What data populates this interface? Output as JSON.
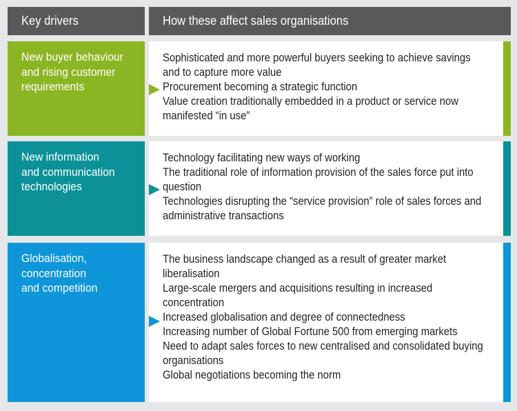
{
  "header": {
    "left": "Key drivers",
    "right": "How these affect sales organisations"
  },
  "rows": [
    {
      "label_lines": [
        "New buyer behaviour",
        "and rising customer",
        "requirements"
      ],
      "item_lines": [
        "Sophisticated and more powerful buyers seeking to achieve savings",
        "and to capture more value",
        "Procurement becoming a strategic function",
        "Value creation traditionally embedded in a product or service now",
        "manifested “in use”"
      ]
    },
    {
      "label_lines": [
        "New information",
        "and communication",
        "technologies"
      ],
      "item_lines": [
        "Technology facilitating new ways of working",
        "The traditional role of information provision of the sales force put into",
        "question",
        "Technologies disrupting the “service provision” role of sales forces and",
        "administrative transactions"
      ]
    },
    {
      "label_lines": [
        "Globalisation,",
        "concentration",
        "and competition"
      ],
      "item_lines": [
        "The business landscape changed as a result of greater market",
        "liberalisation",
        "Large-scale mergers and acquisitions resulting in increased",
        "concentration",
        "Increased globalisation and degree of connectedness",
        "Increasing number of Global Fortune 500 from emerging markets",
        "Need to adapt sales forces to new centralised and consolidated buying",
        "organisations",
        "Global negotiations becoming the norm"
      ]
    }
  ],
  "colors": {
    "header": "#58595b",
    "row1": "#8bb523",
    "row2": "#0c9198",
    "row3": "#0f95d9",
    "background": "#e6e7e8"
  }
}
